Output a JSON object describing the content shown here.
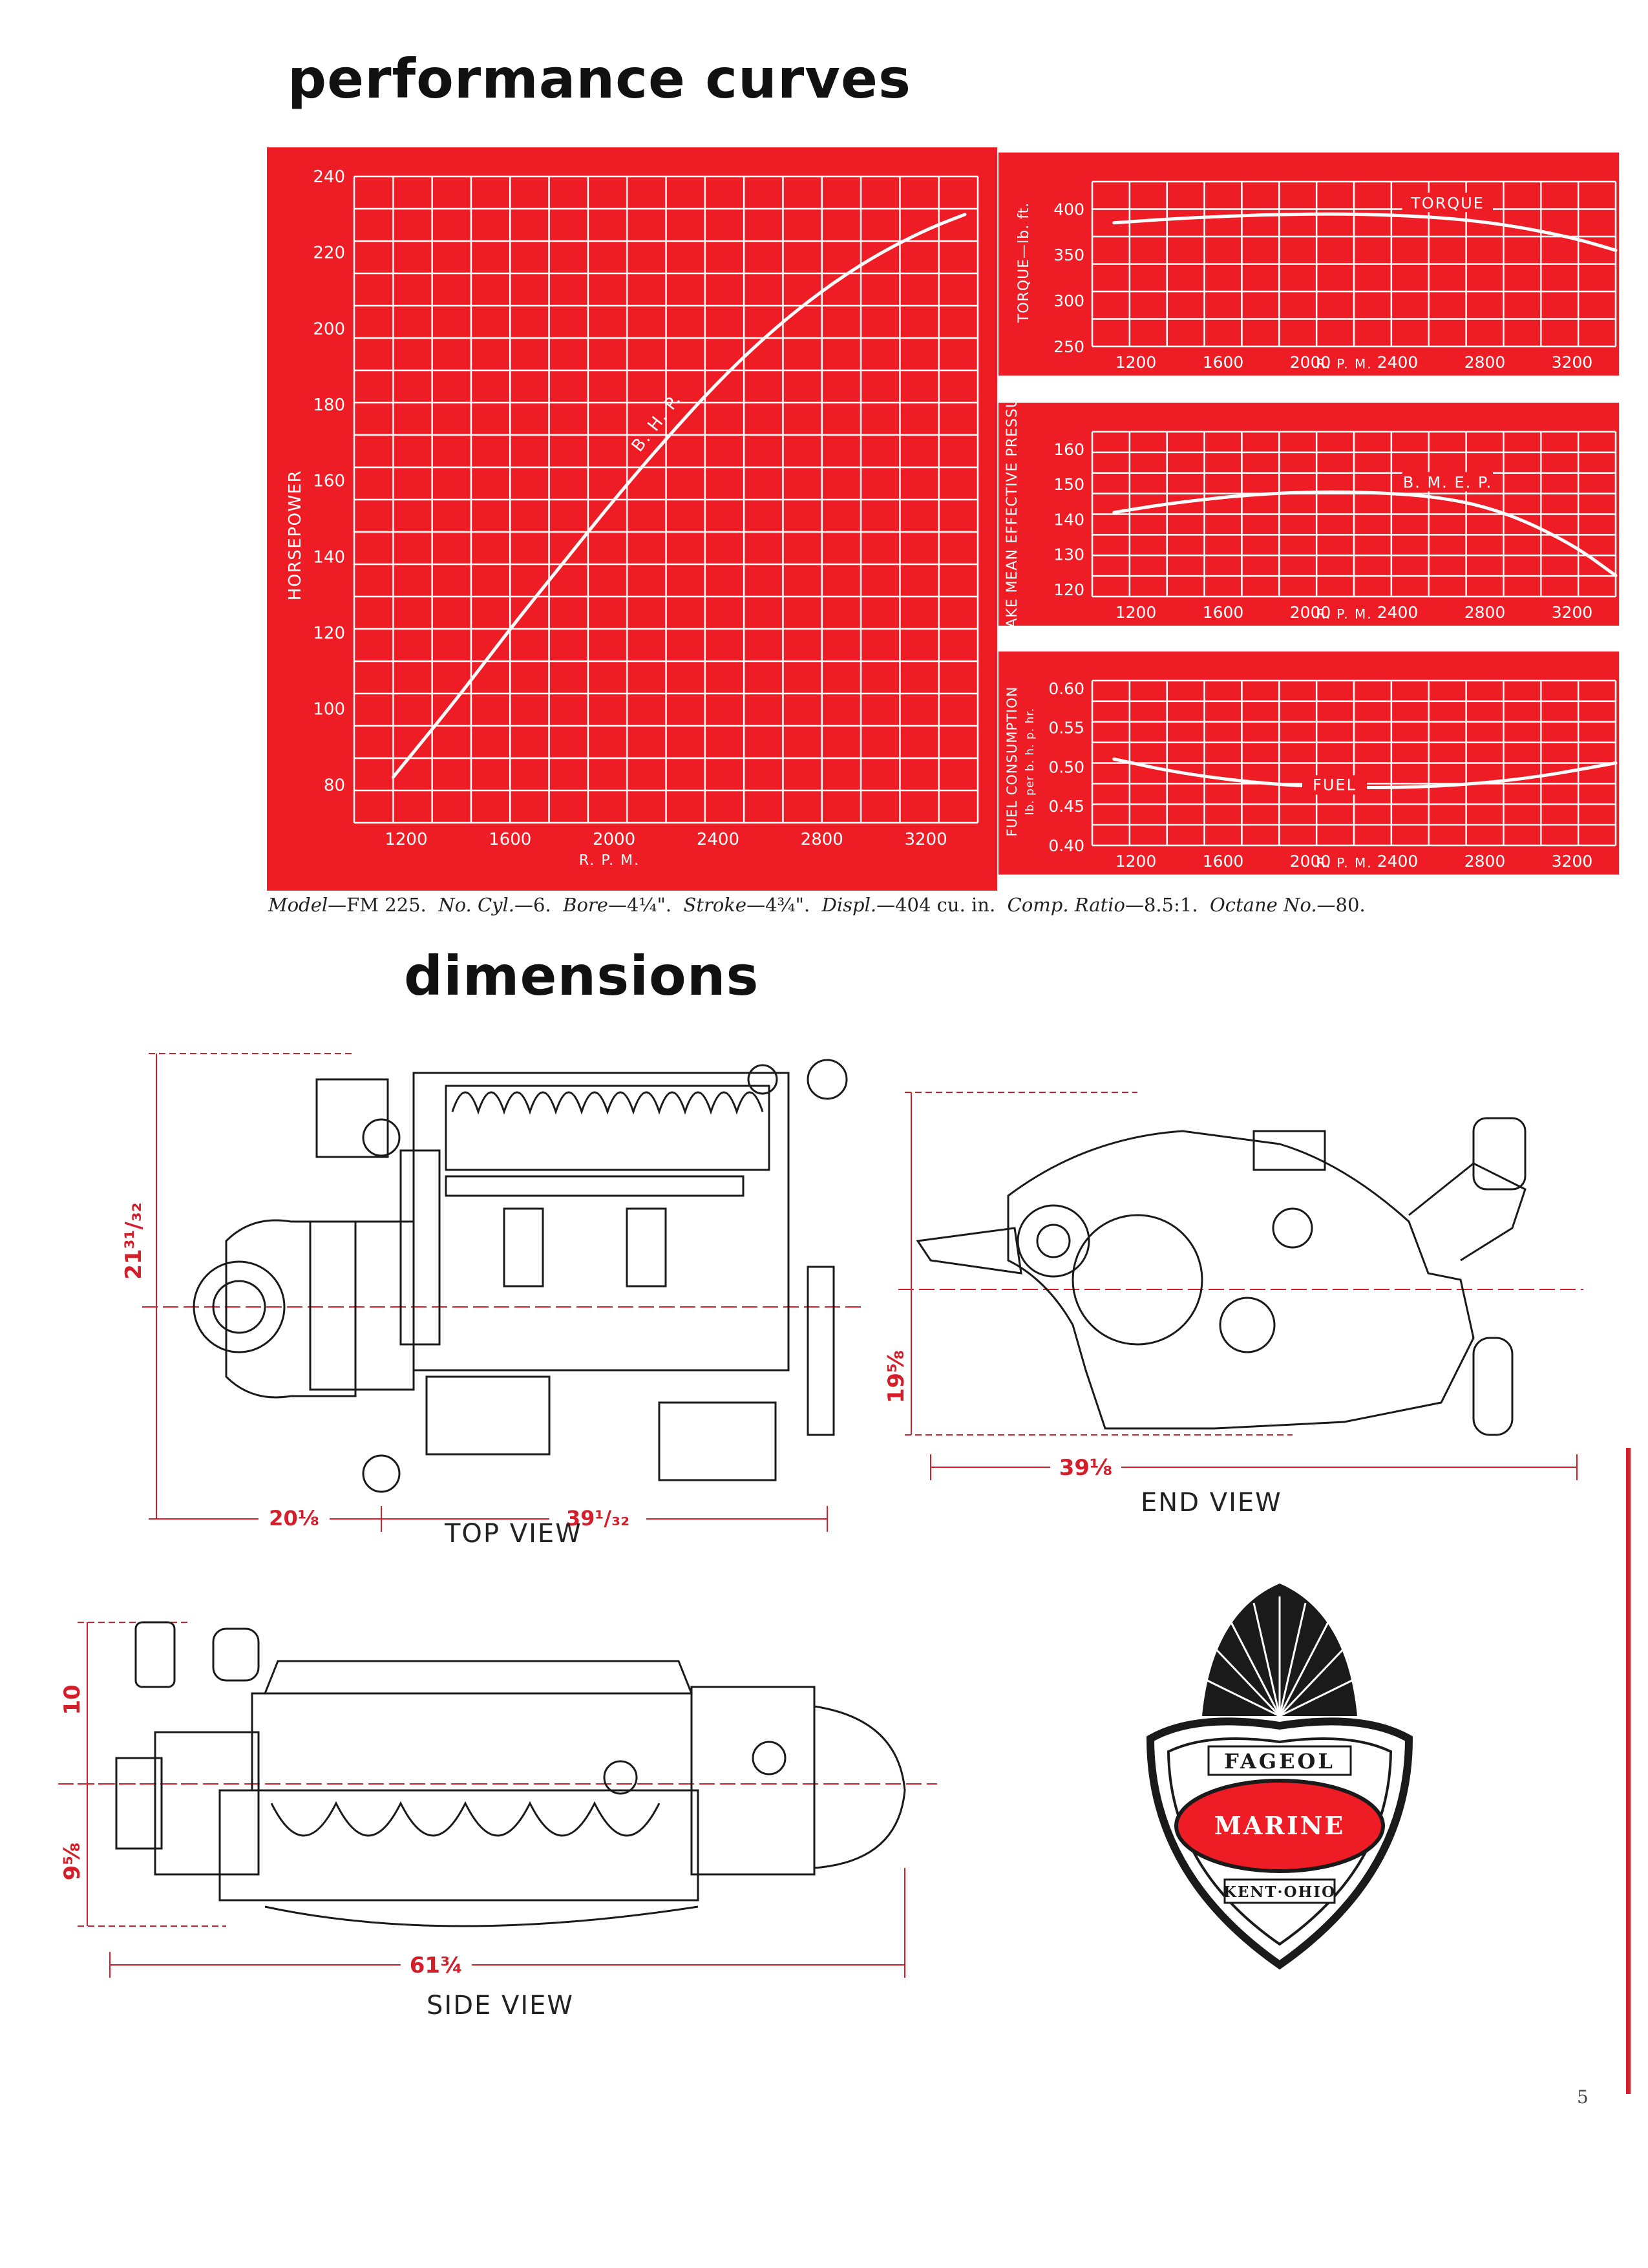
{
  "headings": {
    "performance": "performance curves",
    "dimensions": "dimensions"
  },
  "colors": {
    "chart_red": "#ee1c25",
    "accent_red": "#d41f2a",
    "ink": "#111111"
  },
  "chart_data": [
    {
      "type": "line",
      "ylabel": "HORSEPOWER",
      "xlabel": "R. P. M.",
      "x_ticks": [
        "1200",
        "1600",
        "2000",
        "2400",
        "2800",
        "3200"
      ],
      "y_ticks": [
        "240",
        "220",
        "200",
        "180",
        "160",
        "140",
        "120",
        "100",
        "80"
      ],
      "xlim": [
        1000,
        3400
      ],
      "ylim": [
        70,
        240
      ],
      "grid": true,
      "series": [
        {
          "name": "B. H. P.",
          "x": [
            1150,
            1400,
            1600,
            1800,
            2000,
            2200,
            2400,
            2600,
            2800,
            3000,
            3200,
            3350
          ],
          "y": [
            82,
            103,
            121,
            138,
            155,
            171,
            186,
            199,
            210,
            219,
            226,
            230
          ]
        }
      ]
    },
    {
      "type": "line",
      "ylabel": "TORQUE—lb. ft.",
      "xlabel": "R. P. M.",
      "x_ticks": [
        "1200",
        "1600",
        "2000",
        "2400",
        "2800",
        "3200"
      ],
      "y_ticks": [
        "400",
        "350",
        "300",
        "250"
      ],
      "xlim": [
        1000,
        3400
      ],
      "ylim": [
        250,
        430
      ],
      "grid": true,
      "series": [
        {
          "name": "TORQUE",
          "x": [
            1100,
            1400,
            1800,
            2200,
            2600,
            2900,
            3200,
            3400
          ],
          "y": [
            385,
            390,
            394,
            395,
            391,
            383,
            369,
            355
          ]
        }
      ]
    },
    {
      "type": "line",
      "ylabel": "BRAKE MEAN EFFECTIVE PRESSURE",
      "xlabel": "R. P. M.",
      "x_ticks": [
        "1200",
        "1600",
        "2000",
        "2400",
        "2800",
        "3200"
      ],
      "y_ticks": [
        "160",
        "150",
        "140",
        "130",
        "120"
      ],
      "xlim": [
        1000,
        3400
      ],
      "ylim": [
        118,
        165
      ],
      "grid": true,
      "series": [
        {
          "name": "B. M. E. P.",
          "x": [
            1100,
            1400,
            1800,
            2200,
            2600,
            2900,
            3200,
            3400
          ],
          "y": [
            142,
            145,
            147.5,
            148,
            146.5,
            142,
            133,
            124
          ]
        }
      ]
    },
    {
      "type": "line",
      "ylabel": "FUEL CONSUMPTION",
      "ylabel2": "lb. per b. h. p. hr.",
      "xlabel": "R. P. M.",
      "x_ticks": [
        "1200",
        "1600",
        "2000",
        "2400",
        "2800",
        "3200"
      ],
      "y_ticks": [
        "0.60",
        "0.55",
        "0.50",
        "0.45",
        "0.40"
      ],
      "xlim": [
        1000,
        3400
      ],
      "ylim": [
        0.4,
        0.61
      ],
      "grid": true,
      "series": [
        {
          "name": "FUEL",
          "x": [
            1100,
            1400,
            1800,
            2200,
            2600,
            3000,
            3400
          ],
          "y": [
            0.51,
            0.492,
            0.478,
            0.473,
            0.475,
            0.485,
            0.505
          ]
        }
      ]
    }
  ],
  "specs_caption": {
    "model_label": "Model",
    "model_value": "—FM 225.",
    "cyl_label": "No. Cyl.",
    "cyl_value": "—6.",
    "bore_label": "Bore",
    "bore_value": "—4¼\".",
    "stroke_label": "Stroke",
    "stroke_value": "—4¾\".",
    "displ_label": "Displ.",
    "displ_value": "—404 cu. in.",
    "ratio_label": "Comp. Ratio",
    "ratio_value": "—8.5:1.",
    "octane_label": "Octane No.",
    "octane_value": "—80."
  },
  "views": {
    "top": {
      "label": "TOP VIEW",
      "dim_height": "21³¹/₃₂",
      "dim_left": "20⅛",
      "dim_right": "39¹/₃₂"
    },
    "end": {
      "label": "END VIEW",
      "dim_height": "19⅝",
      "dim_width": "39⅛"
    },
    "side": {
      "label": "SIDE VIEW",
      "dim_upper": "10",
      "dim_lower": "9⅝",
      "dim_length": "61¾"
    }
  },
  "badge": {
    "top": "FAGEOL",
    "center": "MARINE",
    "bottom": "KENT·OHIO"
  },
  "page_number": "5"
}
